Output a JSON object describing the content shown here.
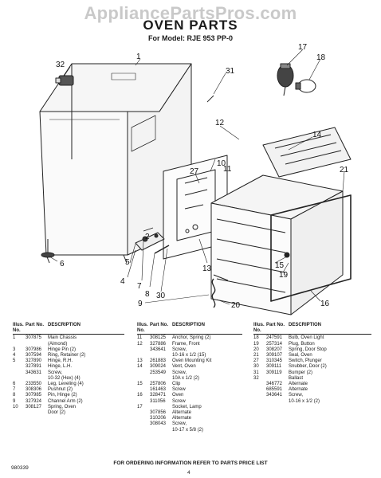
{
  "watermark": "AppliancePartsPros.com",
  "title": "OVEN PARTS",
  "model_line": "For Model: RJE 953 PP-0",
  "callouts": [
    "1",
    "2",
    "4",
    "5",
    "6",
    "7",
    "8",
    "9",
    "10",
    "11",
    "12",
    "13",
    "14",
    "15",
    "16",
    "17",
    "18",
    "19",
    "20",
    "21",
    "27",
    "30",
    "31",
    "32"
  ],
  "table_headers": {
    "illus": "Illus. No.",
    "part": "Part No.",
    "desc": "DESCRIPTION"
  },
  "parts_columns": [
    [
      {
        "ill": "1",
        "no": "307875",
        "desc": "Main Chassis"
      },
      {
        "ill": "",
        "no": "",
        "desc": "(Almond)"
      },
      {
        "ill": "3",
        "no": "307986",
        "desc": "Hinge Pin (2)"
      },
      {
        "ill": "4",
        "no": "307594",
        "desc": "Ring, Retainer (2)"
      },
      {
        "ill": "5",
        "no": "327890",
        "desc": "Hinge, R.H."
      },
      {
        "ill": "",
        "no": "327891",
        "desc": "Hinge, L.H."
      },
      {
        "ill": "",
        "no": "343631",
        "desc": "Screw,"
      },
      {
        "ill": "",
        "no": "",
        "desc": "10-32 (Hex) (4)"
      },
      {
        "ill": "6",
        "no": "233550",
        "desc": "Leg, Leveling (4)"
      },
      {
        "ill": "7",
        "no": "308306",
        "desc": "Pushnut (2)"
      },
      {
        "ill": "8",
        "no": "307985",
        "desc": "Pin, Hinge (2)"
      },
      {
        "ill": "9",
        "no": "327924",
        "desc": "Channel Arm (2)"
      },
      {
        "ill": "10",
        "no": "308127",
        "desc": "Spring, Oven"
      },
      {
        "ill": "",
        "no": "",
        "desc": "Door (2)"
      }
    ],
    [
      {
        "ill": "11",
        "no": "308125",
        "desc": "Anchor, Spring (2)"
      },
      {
        "ill": "12",
        "no": "327886",
        "desc": "Frame, Front"
      },
      {
        "ill": "",
        "no": "343641",
        "desc": "Screw,"
      },
      {
        "ill": "",
        "no": "",
        "desc": "10-16 x 1/2 (15)"
      },
      {
        "ill": "13",
        "no": "261883",
        "desc": "Oven Mounting Kit"
      },
      {
        "ill": "14",
        "no": "309024",
        "desc": "Vent, Oven"
      },
      {
        "ill": "",
        "no": "253549",
        "desc": "Screw,"
      },
      {
        "ill": "",
        "no": "",
        "desc": "10A x 1/2 (2)"
      },
      {
        "ill": "15",
        "no": "257806",
        "desc": "Clip"
      },
      {
        "ill": "",
        "no": "161463",
        "desc": "Screw"
      },
      {
        "ill": "16",
        "no": "328471",
        "desc": "Oven"
      },
      {
        "ill": "",
        "no": "311056",
        "desc": "Screw"
      },
      {
        "ill": "17",
        "no": "",
        "desc": "Socket, Lamp"
      },
      {
        "ill": "",
        "no": "307856",
        "desc": "Alternate"
      },
      {
        "ill": "",
        "no": "310206",
        "desc": "Alternate"
      },
      {
        "ill": "",
        "no": "308043",
        "desc": "Screw,"
      },
      {
        "ill": "",
        "no": "",
        "desc": "10-17 x 5/8 (2)"
      }
    ],
    [
      {
        "ill": "18",
        "no": "247591",
        "desc": "Bulb, Oven Light"
      },
      {
        "ill": "19",
        "no": "257314",
        "desc": "Plug, Button"
      },
      {
        "ill": "20",
        "no": "308207",
        "desc": "Spring, Door Stop"
      },
      {
        "ill": "21",
        "no": "309107",
        "desc": "Seal, Oven"
      },
      {
        "ill": "27",
        "no": "310345",
        "desc": "Switch, Plunger"
      },
      {
        "ill": "30",
        "no": "309111",
        "desc": "Snubber, Door (2)"
      },
      {
        "ill": "31",
        "no": "309119",
        "desc": "Bumper (2)"
      },
      {
        "ill": "32",
        "no": "",
        "desc": "Ballast"
      },
      {
        "ill": "",
        "no": "346772",
        "desc": "Alternate"
      },
      {
        "ill": "",
        "no": "685591",
        "desc": "Alternate"
      },
      {
        "ill": "",
        "no": "343641",
        "desc": "Screw,"
      },
      {
        "ill": "",
        "no": "",
        "desc": "10-16 x 1/2 (2)"
      }
    ]
  ],
  "footer_note": "FOR ORDERING INFORMATION REFER TO PARTS PRICE LIST",
  "doc_code": "980339",
  "page_number": "4"
}
